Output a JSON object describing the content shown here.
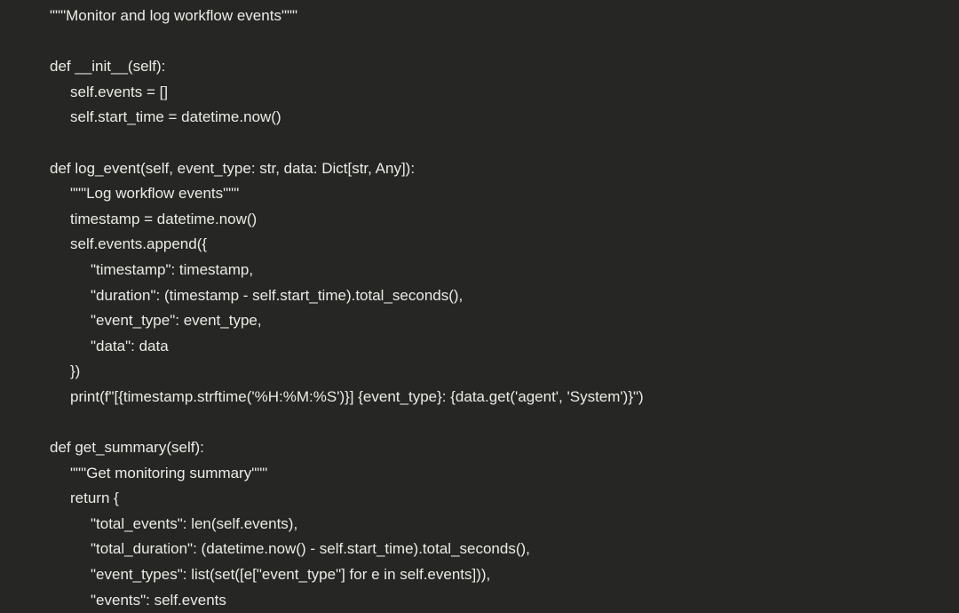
{
  "code_lines": [
    {
      "indent": 0,
      "text": "\"\"\"Monitor and log workflow events\"\"\""
    },
    {
      "indent": 0,
      "text": ""
    },
    {
      "indent": 0,
      "text": "def __init__(self):"
    },
    {
      "indent": 1,
      "text": "self.events = []"
    },
    {
      "indent": 1,
      "text": "self.start_time = datetime.now()"
    },
    {
      "indent": 0,
      "text": ""
    },
    {
      "indent": 0,
      "text": "def log_event(self, event_type: str, data: Dict[str, Any]):"
    },
    {
      "indent": 1,
      "text": "\"\"\"Log workflow events\"\"\""
    },
    {
      "indent": 1,
      "text": "timestamp = datetime.now()"
    },
    {
      "indent": 1,
      "text": "self.events.append({"
    },
    {
      "indent": 2,
      "text": "\"timestamp\": timestamp,"
    },
    {
      "indent": 2,
      "text": "\"duration\": (timestamp - self.start_time).total_seconds(),"
    },
    {
      "indent": 2,
      "text": "\"event_type\": event_type,"
    },
    {
      "indent": 2,
      "text": "\"data\": data"
    },
    {
      "indent": 1,
      "text": "})"
    },
    {
      "indent": 1,
      "text": "print(f\"[{timestamp.strftime('%H:%M:%S')}] {event_type}: {data.get('agent', 'System')}\")"
    },
    {
      "indent": 0,
      "text": ""
    },
    {
      "indent": 0,
      "text": "def get_summary(self):"
    },
    {
      "indent": 1,
      "text": "\"\"\"Get monitoring summary\"\"\""
    },
    {
      "indent": 1,
      "text": "return {"
    },
    {
      "indent": 2,
      "text": "\"total_events\": len(self.events),"
    },
    {
      "indent": 2,
      "text": "\"total_duration\": (datetime.now() - self.start_time).total_seconds(),"
    },
    {
      "indent": 2,
      "text": "\"event_types\": list(set([e[\"event_type\"] for e in self.events])),"
    },
    {
      "indent": 2,
      "text": "\"events\": self.events"
    }
  ]
}
